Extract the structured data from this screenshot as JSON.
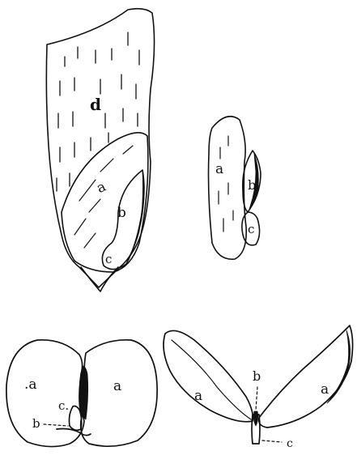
{
  "figures": {
    "corn_kernel": {
      "labels": {
        "endosperm": "d",
        "cotyledon": "a",
        "plumule": "b",
        "radicle": "c"
      }
    },
    "embryo": {
      "labels": {
        "cotyledon": "a",
        "plumule": "b",
        "radicle": "c"
      }
    },
    "bean_open": {
      "labels": {
        "left_half": ".a",
        "right_half": "a",
        "radicle": "c.",
        "plumule": "b"
      }
    },
    "bean_spread": {
      "labels": {
        "left_cotyledon": "a",
        "right_cotyledon": "a",
        "plumule": "b",
        "radicle": "c"
      }
    }
  },
  "colors": {
    "ink": "#111111",
    "paper": "#ffffff"
  }
}
